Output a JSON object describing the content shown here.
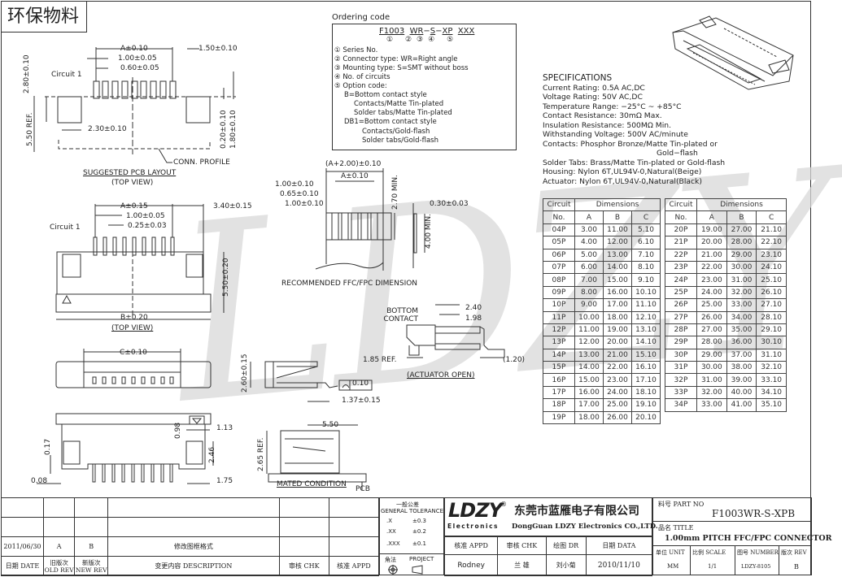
{
  "header": {
    "eco_label": "环保物料"
  },
  "watermark": "LDZY",
  "pcb_layout": {
    "dims": {
      "a": "A±0.10",
      "pitch": "1.00±0.05",
      "pad_w": "0.60±0.05",
      "side": "1.50±0.10",
      "height": "2.80±0.10",
      "ref": "5.50 REF.",
      "pad2": "2.30±0.10",
      "d1": "0.20±0.10",
      "d2": "1.80±0.10"
    },
    "circuit_label": "Circuit 1",
    "conn_profile": "CONN. PROFILE",
    "title": "SUGGESTED PCB LAYOUT",
    "subtitle": "(TOP VIEW)"
  },
  "top_view": {
    "dims": {
      "a": "A±0.15",
      "pitch": "1.00±0.05",
      "pin_w": "0.25±0.03",
      "side": "3.40±0.15",
      "depth": "5.50±0.20",
      "b": "B±0.20"
    },
    "circuit_label": "Circuit 1",
    "title": "(TOP VIEW)"
  },
  "front_view": {
    "dims": {
      "c": "C±0.10"
    }
  },
  "bottom_view": {
    "dims": {
      "d017": "0.17",
      "d008": "0.08",
      "d098": "0.98",
      "d113": "1.13",
      "d246": "2.46",
      "d175": "1.75"
    }
  },
  "ffc": {
    "dims": {
      "total": "(A+2.00)±0.10",
      "a": "A±0.10",
      "d1": "1.00±0.10",
      "d2": "0.65±0.10",
      "d3": "1.00±0.10",
      "min1": "2.70 MIN.",
      "thick": "0.30±0.03",
      "min2": "4.00 MIN."
    },
    "title": "RECOMMENDED FFC/FPC DIMENSION"
  },
  "side_view": {
    "dims": {
      "h": "2.60±0.15",
      "flat": "0.10",
      "leg": "1.37±0.15"
    }
  },
  "actuator": {
    "dims": {
      "d240": "2.40",
      "d198": "1.98",
      "ref": "1.85 REF.",
      "d120": "(1.20)"
    },
    "label_contact": "BOTTOM CONTACT",
    "title": "(ACTUATOR OPEN)"
  },
  "mated": {
    "dims": {
      "w": "5.50",
      "h": "2.65 REF."
    },
    "title": "MATED CONDITION",
    "pcb": "PCB"
  },
  "ordering": {
    "heading": "Ordering code",
    "code_parts": [
      "F1003",
      "WR",
      "S",
      "XP",
      "XXX"
    ],
    "markers": [
      "①",
      "②",
      "③",
      "④",
      "⑤"
    ],
    "lines": [
      "① Series No.",
      "② Connector type: WR=Right angle",
      "③ Mounting type: S=SMT without boss",
      "④ No. of circuits",
      "⑤ Option code:",
      "B=Bottom contact style",
      "Contacts/Matte Tin-plated",
      "Solder tabs/Matte Tin-plated",
      "DB1=Bottom contact style",
      "Contacts/Gold-flash",
      "Solder tabs/Gold-flash"
    ]
  },
  "specifications": {
    "title": "SPECIFICATIONS",
    "lines": [
      "Current Rating: 0.5A AC,DC",
      "Voltage Rating: 50V AC,DC",
      "Temperature Range: −25°C ~ +85°C",
      "Contact Resistance: 30mΩ Max.",
      "Insulation Resistance: 500MΩ Min.",
      "Withstanding Voltage: 500V AC/minute",
      "Contacts: Phosphor Bronze/Matte Tin-plated or",
      "Gold−flash",
      "Solder Tabs: Brass/Matte Tin-plated or Gold-flash",
      "Housing: Nylon 6T,UL94V-0,Natural(Beige)",
      "Actuator: Nylon 6T,UL94V-0,Natural(Black)"
    ]
  },
  "dim_table": {
    "headers": {
      "circuit": "Circuit",
      "no": "No.",
      "dimensions": "Dimensions",
      "a": "A",
      "b": "B",
      "c": "C"
    },
    "left": [
      [
        "04P",
        "3.00",
        "11.00",
        "5.10"
      ],
      [
        "05P",
        "4.00",
        "12.00",
        "6.10"
      ],
      [
        "06P",
        "5.00",
        "13.00",
        "7.10"
      ],
      [
        "07P",
        "6.00",
        "14.00",
        "8.10"
      ],
      [
        "08P",
        "7.00",
        "15.00",
        "9.10"
      ],
      [
        "09P",
        "8.00",
        "16.00",
        "10.10"
      ],
      [
        "10P",
        "9.00",
        "17.00",
        "11.10"
      ],
      [
        "11P",
        "10.00",
        "18.00",
        "12.10"
      ],
      [
        "12P",
        "11.00",
        "19.00",
        "13.10"
      ],
      [
        "13P",
        "12.00",
        "20.00",
        "14.10"
      ],
      [
        "14P",
        "13.00",
        "21.00",
        "15.10"
      ],
      [
        "15P",
        "14.00",
        "22.00",
        "16.10"
      ],
      [
        "16P",
        "15.00",
        "23.00",
        "17.10"
      ],
      [
        "17P",
        "16.00",
        "24.00",
        "18.10"
      ],
      [
        "18P",
        "17.00",
        "25.00",
        "19.10"
      ],
      [
        "19P",
        "18.00",
        "26.00",
        "20.10"
      ]
    ],
    "right": [
      [
        "20P",
        "19.00",
        "27.00",
        "21.10"
      ],
      [
        "21P",
        "20.00",
        "28.00",
        "22.10"
      ],
      [
        "22P",
        "21.00",
        "29.00",
        "23.10"
      ],
      [
        "23P",
        "22.00",
        "30.00",
        "24.10"
      ],
      [
        "24P",
        "23.00",
        "31.00",
        "25.10"
      ],
      [
        "25P",
        "24.00",
        "32.00",
        "26.10"
      ],
      [
        "26P",
        "25.00",
        "33.00",
        "27.10"
      ],
      [
        "27P",
        "26.00",
        "34.00",
        "28.10"
      ],
      [
        "28P",
        "27.00",
        "35.00",
        "29.10"
      ],
      [
        "29P",
        "28.00",
        "36.00",
        "30.10"
      ],
      [
        "30P",
        "29.00",
        "37.00",
        "31.10"
      ],
      [
        "31P",
        "30.00",
        "38.00",
        "32.10"
      ],
      [
        "32P",
        "31.00",
        "39.00",
        "33.10"
      ],
      [
        "33P",
        "32.00",
        "40.00",
        "34.10"
      ],
      [
        "34P",
        "33.00",
        "41.00",
        "35.10"
      ]
    ]
  },
  "title_block": {
    "revisions": {
      "date": "2011/06/30",
      "old_rev": "A",
      "new_rev": "B",
      "description": "修改图框格式"
    },
    "rev_headers": {
      "date": "日期 DATE",
      "old_rev_cn": "旧版次",
      "old_rev_en": "OLD REV",
      "new_rev_cn": "新版次",
      "new_rev_en": "NEW REV",
      "description": "变更内容 DESCRIPTION",
      "chk": "审核 CHK",
      "appd": "核准 APPD"
    },
    "tolerance": {
      "title_cn": "一般公差",
      "title_en": "GENERAL TOLERANCE",
      "rows": [
        [
          ".X",
          "±0.3"
        ],
        [
          ".XX",
          "±0.2"
        ],
        [
          ".XXX",
          "±0.1"
        ]
      ],
      "projection_cn": "角法",
      "projection_en": "PROJECT"
    },
    "company": {
      "logo": "LDZY",
      "logo_sub": "Electronics",
      "name_cn": "东莞市蓝雁电子有限公司",
      "name_en": "DongGuan LDZY Electronics CO.,LTD."
    },
    "signoff_headers": {
      "appd": "核准 APPD",
      "chk": "审核 CHK",
      "dr": "绘图 DR",
      "date": "日期 DATA"
    },
    "signoff": {
      "appd": "Rodney",
      "chk": "兰 雄",
      "dr": "刘小菊",
      "date": "2010/11/10"
    },
    "part_no_label": "料号 PART NO",
    "part_no": "F1003WR-S-XPB",
    "title_label": "品名 TITLE",
    "title": "1.00mm PITCH FFC/FPC CONNECTOR",
    "unit_label": "单位 UNIT",
    "unit": "MM",
    "scale_label": "比例 SCALE",
    "scale": "1/1",
    "number_label": "图号 NUMBER",
    "number": "LDZY-8105",
    "rev_label": "版次 REV",
    "rev": "B"
  }
}
